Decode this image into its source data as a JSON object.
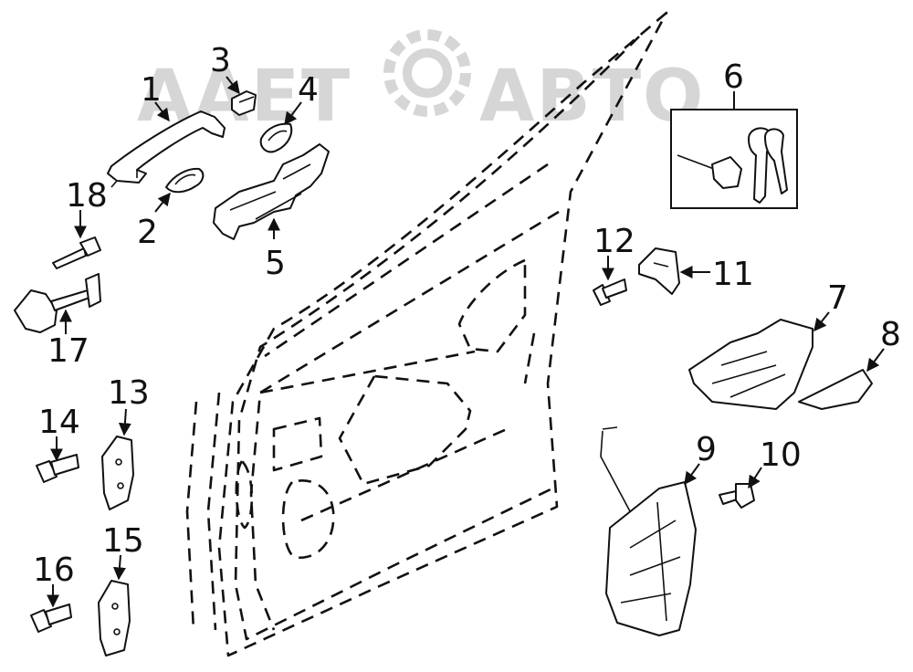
{
  "watermark": {
    "text": "ААЕТ",
    "text2": "АВТО"
  },
  "callouts": {
    "c1": "1",
    "c2": "2",
    "c3": "3",
    "c4": "4",
    "c5": "5",
    "c6": "6",
    "c7": "7",
    "c8": "8",
    "c9": "9",
    "c10": "10",
    "c11": "11",
    "c12": "12",
    "c13": "13",
    "c14": "14",
    "c15": "15",
    "c16": "16",
    "c17": "17",
    "c18": "18"
  }
}
